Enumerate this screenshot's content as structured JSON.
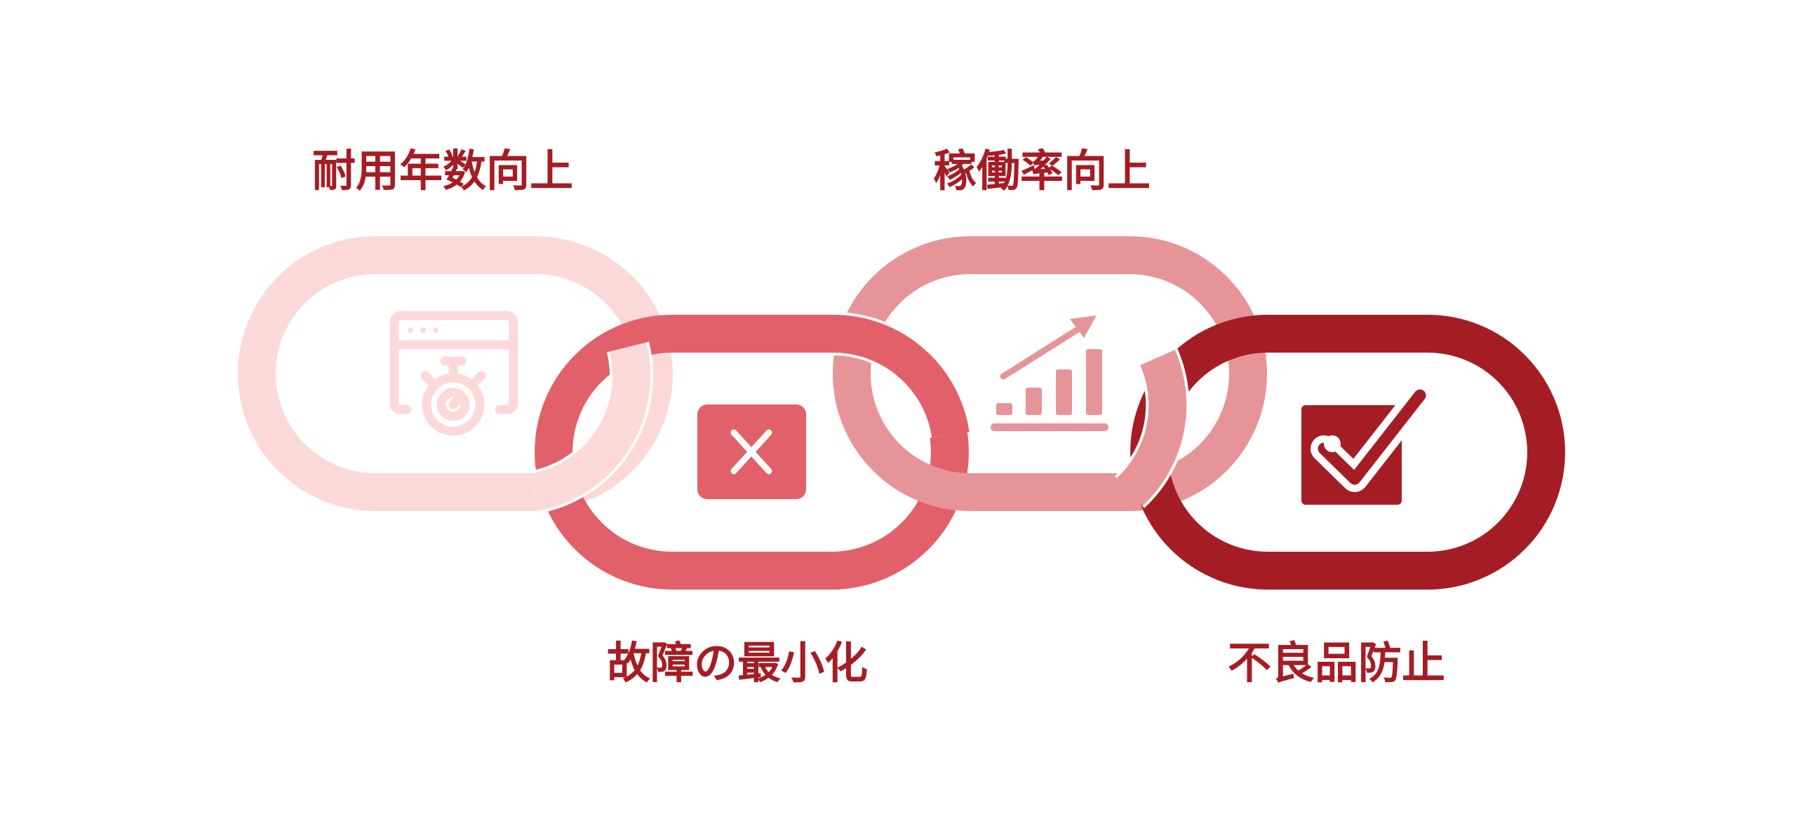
{
  "diagram": {
    "links": [
      {
        "label": "耐用年数向上",
        "color": "#fcd9d9",
        "icon": "browser-stopwatch-icon"
      },
      {
        "label": "故障の最小化",
        "color": "#e26069",
        "icon": "x-mark-icon"
      },
      {
        "label": "稼働率向上",
        "color": "#e69498",
        "icon": "growth-bar-chart-icon"
      },
      {
        "label": "不良品防止",
        "color": "#a51d24",
        "icon": "checkbox-check-icon"
      }
    ]
  }
}
